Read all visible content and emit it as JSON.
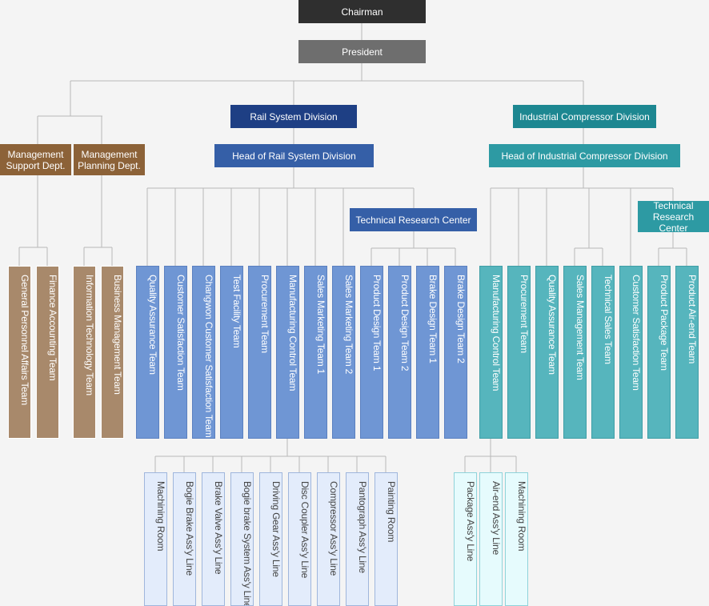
{
  "colors": {
    "chairman": "#2f2f2f",
    "president": "#6e6e6e",
    "rail_division": "#1e3f84",
    "rail_head": "#355fa7",
    "industrial_division": "#1d8791",
    "industrial_head": "#2d9aa3",
    "management": "#8c6238",
    "line": "#b8b8b8"
  },
  "top": {
    "chairman": "Chairman",
    "president": "President"
  },
  "management": {
    "support": {
      "line1": "Management",
      "line2": "Support Dept."
    },
    "planning": {
      "line1": "Management",
      "line2": "Planning Dept."
    },
    "support_teams": [
      "General Personnel Affairs Team",
      "Finance Accounting Team"
    ],
    "planning_teams": [
      "Information Technology Team",
      "Business Management Team"
    ]
  },
  "rail": {
    "division": "Rail System Division",
    "head": "Head of Rail System Division",
    "research_center": "Technical Research Center",
    "teams": [
      "Quality Assurance Team",
      "Customer Satisfaction Team",
      "Changwon Customer Satisfaction Team",
      "Test Facility Team",
      "Procurement Team",
      "Manufacturing Control Team",
      "Sales Marketing Team 1",
      "Sales Marketing Team 2"
    ],
    "research_teams": [
      "Product Design Team 1",
      "Product Design Team 2",
      "Brake Design Team 1",
      "Brake Design Team 2"
    ],
    "lines": [
      "Machining Room",
      "Bogie Brake Ass'y Line",
      "Brake Valve Ass'y Line",
      "Bogie brake System Ass'y Line",
      "Driving Gear Ass'y Line",
      "Disc Coupler Ass'y Line",
      "Compressor Ass'y Line",
      "Pantograph Ass'y Line",
      "Painting Room"
    ]
  },
  "industrial": {
    "division": "Industrial Compressor Division",
    "head": "Head of Industrial Compressor Division",
    "research_center": {
      "line1": "Technical",
      "line2": "Research Center"
    },
    "teams": [
      "Manufacturing Control Team",
      "Procurement Team",
      "Quality Assurance Team",
      "Sales Management Team",
      "Technical Sales Team",
      "Customer Satisfaction Team"
    ],
    "research_teams": [
      "Product Package Team",
      "Product Air-end Team"
    ],
    "lines": [
      "Package Ass'y Line",
      "Air-end Ass'y Line",
      "Machining Room"
    ]
  }
}
